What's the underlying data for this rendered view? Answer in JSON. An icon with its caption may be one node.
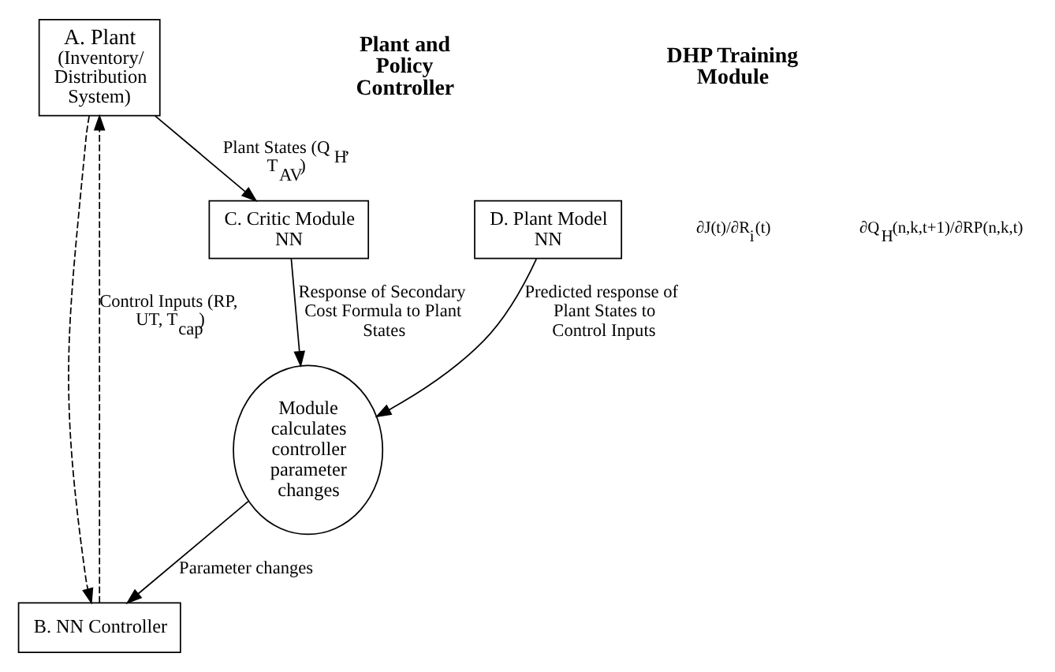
{
  "diagram": {
    "nodes": [
      {
        "text": [
          "A. Plant",
          "(Inventory/ Distribution System)"
        ]
      },
      {
        "text": [
          "B. NN Controller"
        ]
      },
      {
        "text": [
          "Module calculates controller parameter changes"
        ]
      },
      {
        "text": [
          "C. Critic Module NN"
        ]
      },
      {
        "text": [
          "D. Plant Model NN"
        ]
      }
    ],
    "edges": [
      {
        "from": 1,
        "to": 0,
        "arrow": "to",
        "style": "dashed",
        "label": "Control Inputs (RP, UT, T$_{cap}$)"
      },
      {
        "from": 0,
        "to": 1,
        "arrow": "to",
        "style": "dashed"
      },
      {
        "from": 0,
        "to": 3,
        "arrow": "to",
        "label": "Plant States (Q$_{H}$, T$_{AV}$)"
      },
      {
        "from": 2,
        "to": 1,
        "arrow": "to",
        "label": "Parameter changes"
      },
      {
        "from": 3,
        "to": 2,
        "arrow": "to",
        "label": "Response of Secondary Cost Formula to Plant States"
      },
      {
        "from": 4,
        "to": 2,
        "arrow": "to",
        "label": "Predicted response of  Plant States to Control Inputs"
      }
    ],
    "labels": [
      "Plant and Policy Controller",
      "DHP Training Module",
      "∂J(t)/∂R$_{i}$(t)",
      "∂Q$_{H}$(n,k,t+1)/∂RP(n,k,t)"
    ]
  }
}
